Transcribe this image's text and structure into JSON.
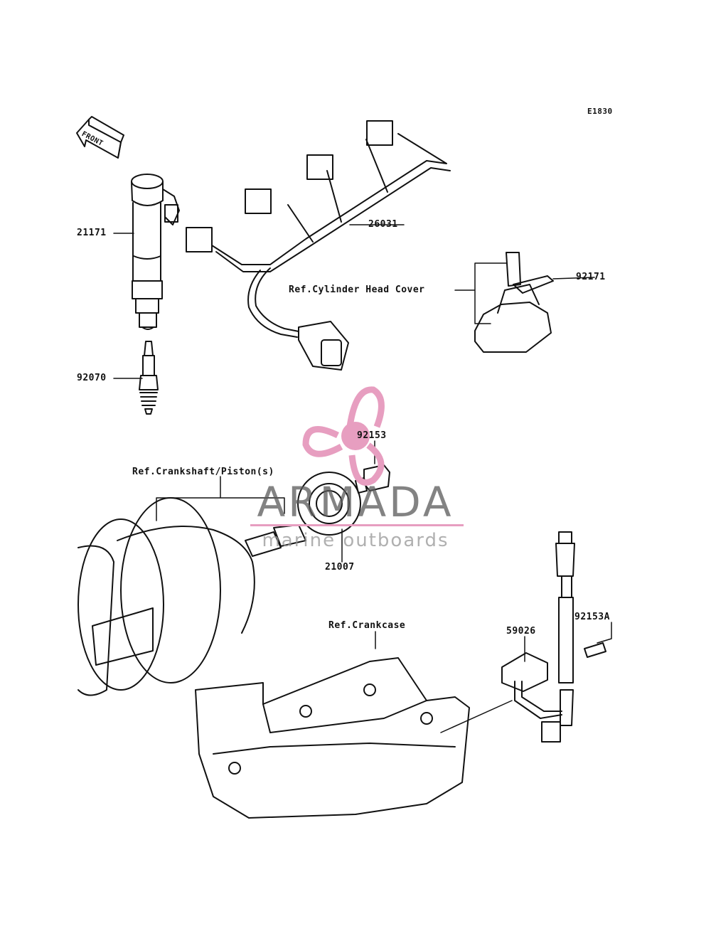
{
  "diagram": {
    "code": "E1830",
    "front_label": "FRONT",
    "parts": [
      {
        "id": "coil",
        "number": "21171"
      },
      {
        "id": "plug",
        "number": "92070"
      },
      {
        "id": "harness",
        "number": "26031"
      },
      {
        "id": "bracket",
        "number": "92171"
      },
      {
        "id": "bolt",
        "number": "92153"
      },
      {
        "id": "rotor",
        "number": "21007"
      },
      {
        "id": "sensor-bracket",
        "number": "59026"
      },
      {
        "id": "sensor-bolt",
        "number": "92153A"
      }
    ],
    "references": {
      "cylinder_head_cover": "Ref.Cylinder Head Cover",
      "crankshaft": "Ref.Crankshaft/Piston(s)",
      "crankcase": "Ref.Crankcase"
    }
  },
  "watermark": {
    "brand": "ARMADA",
    "tagline": "marine outboards",
    "logo_color": "#e79ec0"
  }
}
